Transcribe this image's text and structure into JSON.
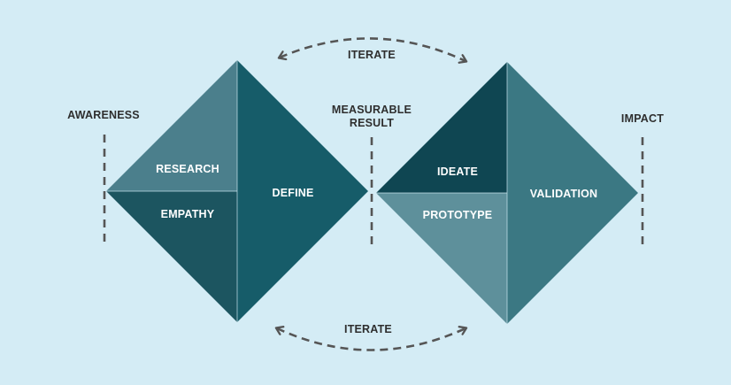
{
  "labels": {
    "awareness": "AWARENESS",
    "measurable_line1": "MEASURABLE",
    "measurable_line2": "RESULT",
    "impact": "IMPACT",
    "iterate_top": "ITERATE",
    "iterate_bottom": "ITERATE",
    "research": "RESEARCH",
    "empathy": "EMPATHY",
    "define": "DEFINE",
    "ideate": "IDEATE",
    "prototype": "PROTOTYPE",
    "validation": "VALIDATION"
  },
  "colors": {
    "background": "#d4ecf5",
    "research": "#4b7f8c",
    "empathy": "#1c5560",
    "define": "#165c69",
    "ideate": "#0f4652",
    "prototype": "#5e909b",
    "validation": "#3b7883",
    "dash": "#555555",
    "outside_text": "#2e2e2e"
  }
}
